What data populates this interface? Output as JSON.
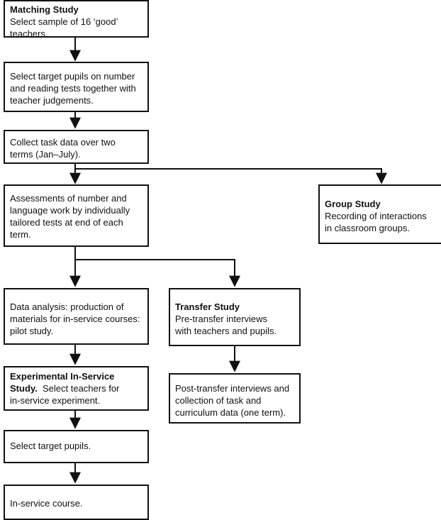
{
  "boxes": {
    "matching": {
      "title": "Matching Study",
      "lines": [
        "Select sample of 16 ‘good’",
        "teachers."
      ]
    },
    "select_pupils": {
      "lines": [
        "Select target pupils on number",
        "and reading tests together with",
        "teacher judgements."
      ]
    },
    "collect": {
      "lines": [
        "Collect task data over two",
        "terms (Jan–July)."
      ]
    },
    "assess": {
      "lines": [
        "Assessments of number and",
        "language work by individually",
        "tailored tests at end of each",
        "term."
      ]
    },
    "group": {
      "title": "Group Study",
      "lines": [
        "Recording of interactions",
        "in classroom groups."
      ]
    },
    "analysis": {
      "lines": [
        "Data analysis:  production of",
        "materials for in-service courses:",
        "pilot study."
      ]
    },
    "transfer": {
      "title": "Transfer Study",
      "lines": [
        "Pre-transfer interviews",
        "with teachers and pupils."
      ]
    },
    "experimental": {
      "title_a": "Experimental In-Service",
      "title_b": "Study.",
      "line1_rest": "  Select teachers for",
      "line2": "in-service experiment."
    },
    "post_transfer": {
      "lines": [
        "Post-transfer interviews and",
        "collection of task and",
        "curriculum data (one term)."
      ]
    },
    "select_target": {
      "lines": [
        "Select target pupils."
      ]
    },
    "inservice": {
      "lines": [
        "In-service course."
      ]
    }
  }
}
